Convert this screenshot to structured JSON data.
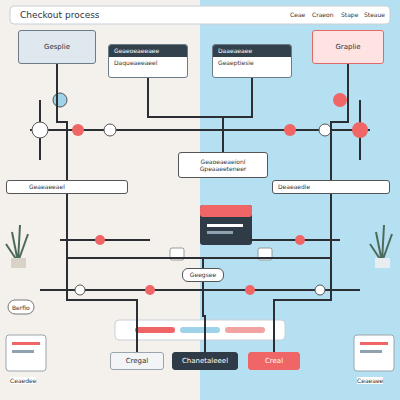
{
  "diagram": {
    "title": "Checkout process",
    "nodes": [
      {
        "text": [
          "Gesplie"
        ]
      },
      {
        "text": [
          "Geaeoeaeeaee",
          "Daqueaeeaeel"
        ]
      },
      {
        "text": [
          "Daaeaeaee",
          "Geaeptiesie"
        ]
      },
      {
        "text": [
          "Graplie"
        ]
      },
      {
        "text": [
          "Geaoeaeaeionl Gpeaaeeteneer"
        ]
      },
      {
        "text": [
          "Geaeaeeael"
        ]
      },
      {
        "text": [
          "Deaeaedie"
        ]
      },
      {
        "text": [
          "Geegsee"
        ]
      },
      {
        "text": [
          "Cregal"
        ]
      },
      {
        "text": [
          "Chanetaleeel"
        ]
      },
      {
        "text": [
          "Creal"
        ]
      }
    ],
    "edges": [
      {
        "from": 0,
        "to": 5,
        "arrow": "none"
      },
      {
        "from": 1,
        "to": 4,
        "arrow": "none"
      },
      {
        "from": 2,
        "to": 4,
        "arrow": "none"
      },
      {
        "from": 3,
        "to": 6,
        "arrow": "none"
      },
      {
        "from": 5,
        "to": 7,
        "arrow": "none"
      },
      {
        "from": 6,
        "to": 7,
        "arrow": "none"
      },
      {
        "from": 7,
        "to": 9,
        "arrow": "none"
      },
      {
        "from": 5,
        "to": 8,
        "arrow": "none"
      },
      {
        "from": 6,
        "to": 10,
        "arrow": "none"
      }
    ],
    "labels": [
      "Ceae",
      "Craeon",
      "Stape",
      "Steaue",
      "Berfio",
      "Ceaedee",
      "Ceaeaee"
    ]
  }
}
